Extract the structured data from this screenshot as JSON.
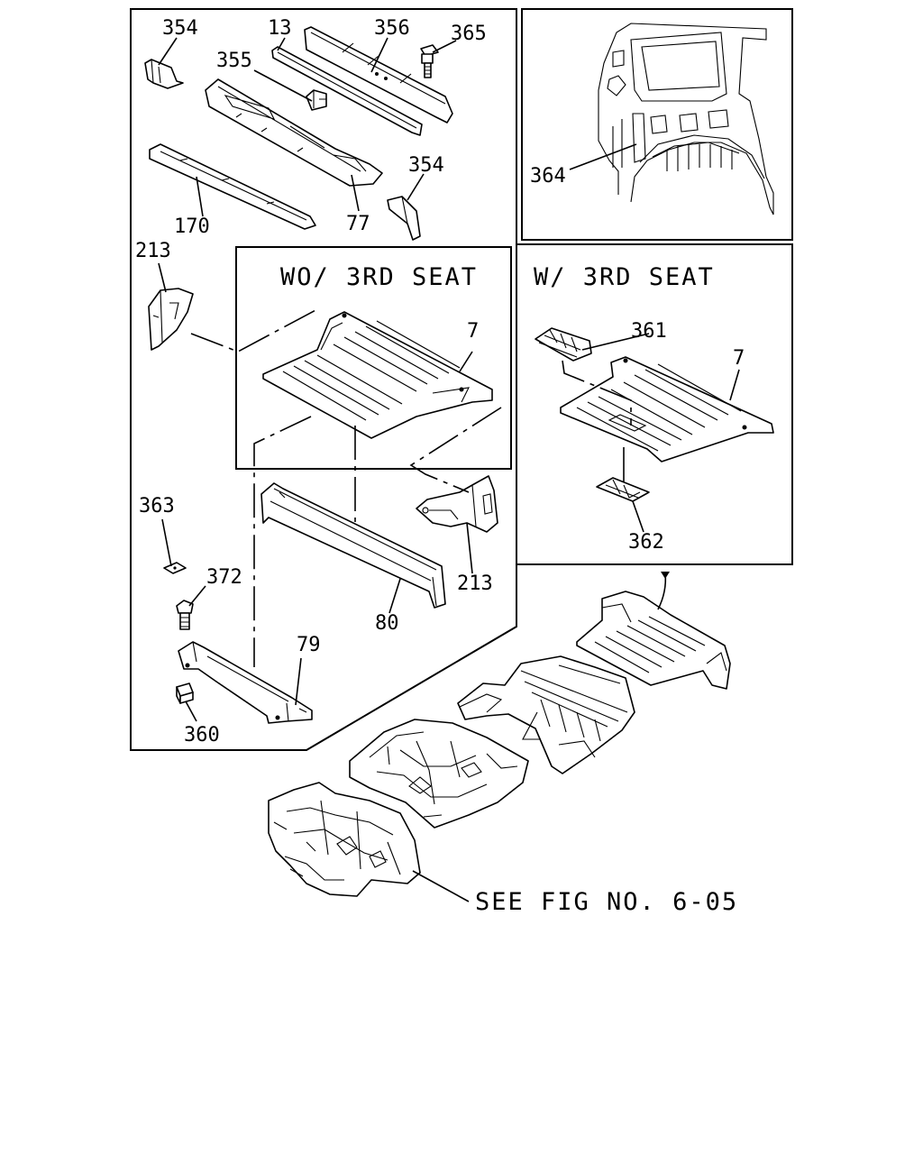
{
  "panels": {
    "wo_3rd_seat": "WO/ 3RD SEAT",
    "w_3rd_seat": "W/ 3RD SEAT"
  },
  "callouts": {
    "c354a": "354",
    "c13": "13",
    "c356": "356",
    "c365": "365",
    "c355": "355",
    "c354b": "354",
    "c170": "170",
    "c77": "77",
    "c213a": "213",
    "c7a": "7",
    "c363": "363",
    "c372": "372",
    "c213b": "213",
    "c80": "80",
    "c79": "79",
    "c360": "360",
    "c364": "364",
    "c361": "361",
    "c7b": "7",
    "c362": "362"
  },
  "reference": "SEE FIG NO. 6-05"
}
